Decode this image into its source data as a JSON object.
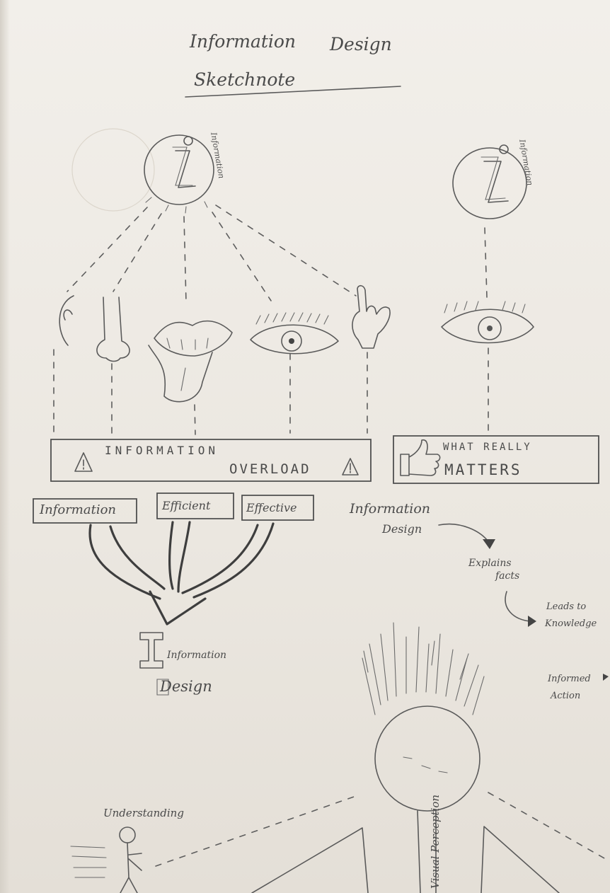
{
  "title": {
    "line1_a": "Information",
    "line1_b": "Design",
    "line2": "Sketchnote"
  },
  "left_info_icon": {
    "glyph": "i",
    "label": "Information"
  },
  "right_info_icon": {
    "glyph": "i",
    "label": "Information"
  },
  "overload_box": {
    "word1": "INFORMATION",
    "word2": "OVERLOAD",
    "icon": "warning-icon"
  },
  "matters_box": {
    "word1": "WHAT REALLY",
    "word2": "MATTERS",
    "icon": "thumbs-up-icon"
  },
  "pillars": [
    "Information",
    "Efficient",
    "Effective"
  ],
  "result": {
    "line1": "Information",
    "line2": "Design"
  },
  "flow": {
    "step1_a": "Information",
    "step1_b": "Design",
    "step2_a": "Explains",
    "step2_b": "facts",
    "step3_a": "Leads to",
    "step3_b": "Knowledge",
    "step4_a": "Informed",
    "step4_b": "Action"
  },
  "bottom": {
    "understanding": "Understanding",
    "visual_perception": "Visual Perception"
  },
  "colors": {
    "paper": "#efebe4",
    "pencil": "#555555"
  }
}
